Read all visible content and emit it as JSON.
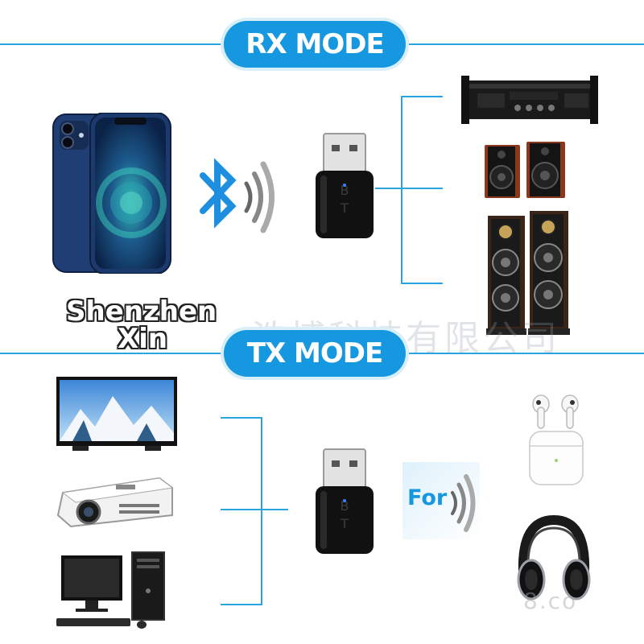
{
  "rx": {
    "title": "RX MODE"
  },
  "tx": {
    "title": "TX MODE",
    "for_label": "For"
  },
  "watermark": {
    "brand_line1": "Shenzhen",
    "brand_line2": "Xin",
    "chinese_text": "浩博科技有限公司",
    "site_fragment": "8.co"
  },
  "icons": [
    "smartphone-icon",
    "bluetooth-icon",
    "signal-waves-icon",
    "usb-dongle-icon",
    "amplifier-icon",
    "bookshelf-speakers-icon",
    "floor-speakers-icon",
    "tv-icon",
    "projector-icon",
    "desktop-computer-icon",
    "earbuds-icon",
    "headphones-icon"
  ],
  "colors": {
    "accent": "#1698e0",
    "line": "#2aa3de",
    "dongle": "#111111"
  }
}
